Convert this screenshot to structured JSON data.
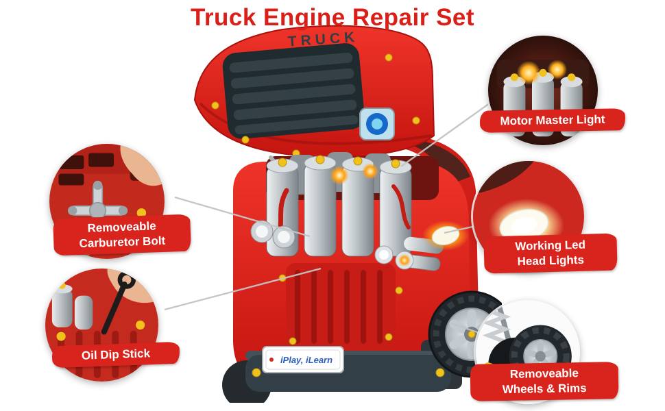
{
  "page": {
    "title": "Truck Engine Repair Set"
  },
  "colors": {
    "accent_red": "#d8241c",
    "truck_red": "#dc241e",
    "grille_dark": "#1f2b2e",
    "bolt_yellow": "#f2c21c"
  },
  "truck": {
    "hood_text": "TRUCK",
    "license_plate": "iPlay, iLearn"
  },
  "callouts": {
    "motor_light": {
      "line1": "Motor Master Light",
      "line2": ""
    },
    "carburetor": {
      "line1": "Removeable",
      "line2": "Carburetor Bolt"
    },
    "headlights": {
      "line1": "Working Led",
      "line2": "Head Lights"
    },
    "dipstick": {
      "line1": "Oil Dip Stick",
      "line2": ""
    },
    "wheels": {
      "line1": "Removeable",
      "line2": "Wheels & Rims"
    }
  }
}
